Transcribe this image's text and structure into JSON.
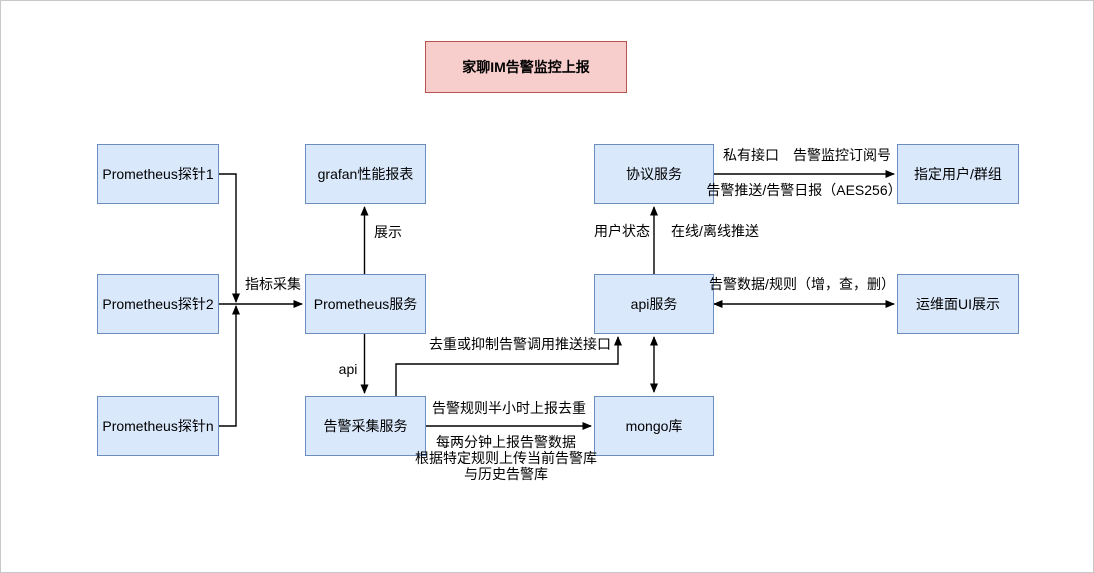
{
  "diagram": {
    "title": {
      "label": "家聊IM告警监控上报"
    },
    "nodes": {
      "probe1": {
        "label": "Prometheus探针1"
      },
      "probe2": {
        "label": "Prometheus探针2"
      },
      "probe_n": {
        "label": "Prometheus探针n"
      },
      "grafana_report": {
        "label": "grafan性能报表"
      },
      "prometheus_service": {
        "label": "Prometheus服务"
      },
      "alert_collect_service": {
        "label": "告警采集服务"
      },
      "protocol_service": {
        "label": "协议服务"
      },
      "api_service": {
        "label": "api服务"
      },
      "mongo_db": {
        "label": "mongo库"
      },
      "target_users": {
        "label": "指定用户/群组"
      },
      "ops_ui": {
        "label": "运维面UI展示"
      }
    },
    "edge_labels": {
      "metric_collect": "指标采集",
      "display": "展示",
      "api": "api",
      "dedup_push": "去重或抑制告警调用推送接口",
      "rule_half_hour": "告警规则半小时上报去重",
      "report_line1": "每两分钟上报告警数据",
      "report_line2": "根据特定规则上传当前告警库",
      "report_line3": "与历史告警库",
      "user_status": "用户状态",
      "online_offline_push": "在线/离线推送",
      "private_api": "私有接口　告警监控订阅号",
      "alert_push_daily": "告警推送/告警日报（AES256）",
      "alert_data_rules": "告警数据/规则（增，查，删）"
    },
    "colors": {
      "node_fill": "#dae8fc",
      "node_border": "#6c8ebf",
      "title_fill": "#f8cecc",
      "title_border": "#b85450",
      "edge": "#000000",
      "canvas_border": "#c8c8c8"
    }
  }
}
